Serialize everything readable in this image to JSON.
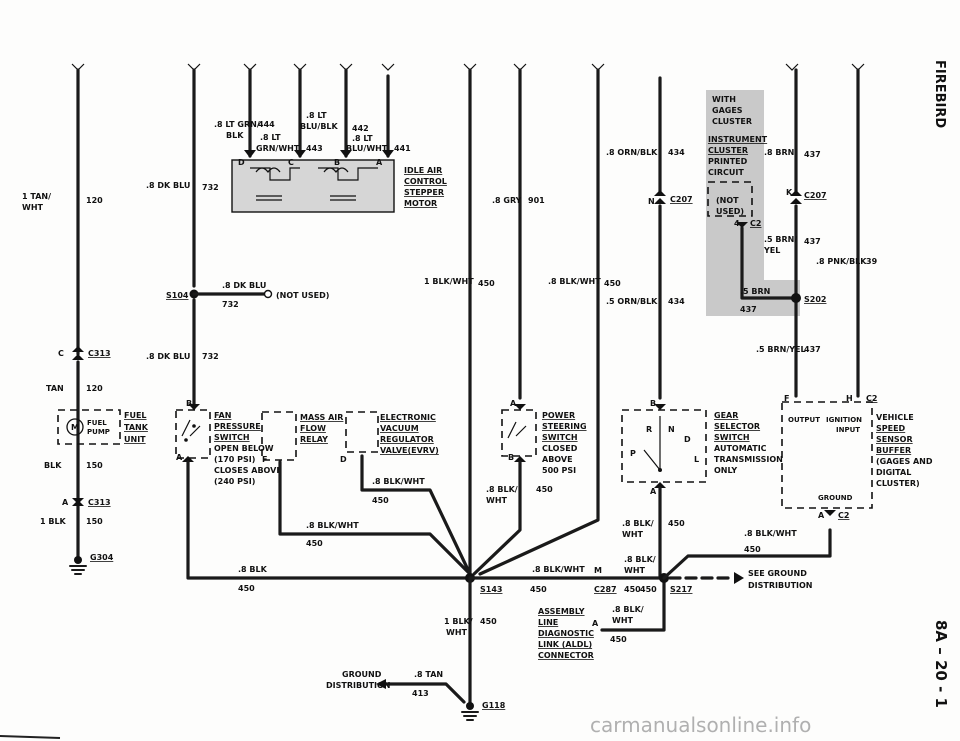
{
  "page": {
    "side_title": "FIREBIRD",
    "page_number": "8A – 20 - 1",
    "watermark": "carmanualsonline.info"
  },
  "top_left": {
    "w120_color": "1 TAN/",
    "w120_color2": "WHT",
    "w120_num": "120",
    "c313_a": "C",
    "c313_a_label": "C313",
    "tan": "TAN",
    "tan_num": "120",
    "fuel_pump_icon": "M",
    "fuel_pump": "FUEL",
    "fuel_pump2": "PUMP",
    "fuel_tank_unit1": "FUEL",
    "fuel_tank_unit2": "TANK",
    "fuel_tank_unit3": "UNIT",
    "blk": "BLK",
    "blk_num": "150",
    "c313_b": "A",
    "c313_b_label": "C313",
    "blk2": "1 BLK",
    "blk2_num": "150",
    "g304": "G304"
  },
  "iac": {
    "w444_color1": ".8 LT GRN/",
    "w444_color2": "BLK",
    "w444_num": "444",
    "w443_color1": ".8 LT",
    "w443_color2": "GRN/WHT",
    "w443_num": "443",
    "w442_color1": ".8 LT",
    "w442_color2": "BLU/BLK",
    "w442_num": "442",
    "w441_color1": ".8 LT",
    "w441_color2": "BLU/WHT",
    "w441_num": "441",
    "pin_d": "D",
    "pin_c": "C",
    "pin_b": "B",
    "pin_a": "A",
    "name1": "IDLE AIR",
    "name2": "CONTROL",
    "name3": "STEPPER",
    "name4": "MOTOR",
    "w732_color": ".8 DK BLU",
    "w732_num": "732"
  },
  "splice_s104": {
    "label": "S104",
    "color": ".8 DK BLU",
    "num": "732",
    "not_used": "(NOT USED)",
    "lower_color": ".8 DK BLU",
    "lower_num": "732"
  },
  "oil_switch": {
    "pin_b": "B",
    "pin_a": "A",
    "pin_f": "F",
    "pin_d": "D",
    "l1": "FAN",
    "l2": "PRESSURE",
    "l3": "SWITCH",
    "l4": "OPEN BELOW",
    "l5": "(170 PSI)",
    "l6": "CLOSES ABOVE",
    "l7": "(240 PSI)",
    "maf1": "MASS AIR",
    "maf2": "FLOW",
    "maf3": "RELAY",
    "evrv1": "ELECTRONIC",
    "evrv2": "VACUUM",
    "evrv3": "REGULATOR",
    "evrv4": "VALVE(EVRV)",
    "evrv_wire": ".8 BLK/WHT",
    "evrv_num": "450",
    "maf_wire": ".8 BLK/WHT",
    "maf_num": "450",
    "blk_wire": ".8 BLK",
    "blk_num": "450"
  },
  "center": {
    "w901_color": ".8 GRY",
    "w901_num": "901",
    "w450a_color": "1 BLK/WHT",
    "w450a_num": "450",
    "w450b_color": ".8 BLK/WHT",
    "w450b_num": "450",
    "ps_pin_a": "A",
    "ps_pin_b": "B",
    "ps1": "POWER",
    "ps2": "STEERING",
    "ps3": "SWITCH",
    "ps4": "CLOSED",
    "ps5": "ABOVE",
    "ps6": "500 PSI",
    "ps_wire1": ".8 BLK/",
    "ps_wire2": "WHT",
    "ps_num": "450",
    "s143": "S143",
    "s143_num": "450",
    "m_wire": ".8 BLK/WHT",
    "m_pin": "M",
    "c287": "C287",
    "c287_num": "450",
    "asm1": "ASSEMBLY",
    "asm2": "LINE",
    "asm3": "DIAGNOSTIC",
    "asm4": "LINK (ALDL)",
    "asm5": "CONNECTOR",
    "aldl_pin": "A",
    "aldl_wire1": ".8 BLK/",
    "aldl_wire2": "WHT",
    "aldl_num": "450",
    "vert_wire1": "1 BLK/",
    "vert_wire2": "WHT",
    "vert_num": "450",
    "gnd_dist1": "GROUND",
    "gnd_dist2": "DISTRIBUTION",
    "tan_wire": ".8 TAN",
    "tan_num": "413",
    "g118": "G118"
  },
  "right": {
    "w434_color": ".8 ORN/BLK",
    "w434_num": "434",
    "c207_pin": "N",
    "c207": "C207",
    "w434b_color": ".5 ORN/BLK",
    "w434b_num": "434",
    "gs_pin_b": "B",
    "gs_pin_a": "A",
    "gs_r": "R",
    "gs_n": "N",
    "gs_d": "D",
    "gs_p": "P",
    "gs_l": "L",
    "gs1": "GEAR",
    "gs2": "SELECTOR",
    "gs3": "SWITCH",
    "gs4": "AUTOMATIC",
    "gs5": "TRANSMISSION",
    "gs6": "ONLY",
    "gs_wire1": ".8 BLK/",
    "gs_wire2": "WHT",
    "gs_num": "450",
    "gs_wire_b1": ".8 BLK/",
    "gs_wire_b2": "WHT",
    "s217": "S217",
    "s217_num": "450",
    "see_ground1": "SEE GROUND",
    "see_ground2": "DISTRIBUTION",
    "with_gages1": "WITH",
    "with_gages2": "GAGES",
    "with_gages3": "CLUSTER",
    "ic1": "INSTRUMENT",
    "ic2": "CLUSTER",
    "ic3": "PRINTED",
    "ic4": "CIRCUIT",
    "not_used1": "(NOT",
    "not_used2": "USED)",
    "c2_pin": "4",
    "c2": "C2",
    "w437_color": ".8 BRN",
    "w437_num": "437",
    "c207b_pin": "K",
    "c207b": "C207",
    "w437b_color1": ".5 BRN/",
    "w437b_color2": "YEL",
    "w437b_num": "437",
    "w39_color": ".8 PNK/BLK",
    "w39_num": "39",
    "s202_wire": ".5 BRN",
    "s202_num": "437",
    "s202": "S202",
    "w437c_color": ".5 BRN/YEL",
    "w437c_num": "437",
    "vss_pin_f": "F",
    "vss_pin_h": "H",
    "vss_c2": "C2",
    "vss_output": "OUTPUT",
    "vss_ign": "IGNITION",
    "vss_input": "INPUT",
    "vss_gnd": "GROUND",
    "vss_pin_a": "A",
    "vss_c2b": "C2",
    "vb1": "VEHICLE",
    "vb2": "SPEED",
    "vb3": "SENSOR",
    "vb4": "BUFFER",
    "vb5": "(GAGES AND",
    "vb6": "DIGITAL",
    "vb7": "CLUSTER)",
    "vss_wire": ".8 BLK/WHT",
    "vss_num": "450"
  }
}
